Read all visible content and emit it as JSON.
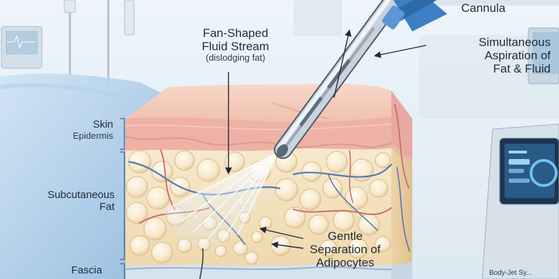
{
  "labels": {
    "cannula": "Cannula",
    "fan_line1": "Fan-Shaped",
    "fan_line2": "Fluid Stream",
    "fan_sub": "(dislodging fat)",
    "asp_line1": "Simultaneous",
    "asp_line2": "Aspiration of",
    "asp_line3": "Fat & Fluid",
    "skin": "Skin",
    "epidermis": "Epidermis",
    "subq_line1": "Subcutaneous",
    "subq_line2": "Fat",
    "gentle_line1": "Gentle",
    "gentle_line2": "Separation of",
    "gentle_line3": "Adipocytes",
    "fascia": "Fascia",
    "device_text": "Body-Jet Sy..."
  },
  "colors": {
    "background": "#e9f2f8",
    "skin": "#f3c3b8",
    "fat": "#f6e6c6",
    "vessel_blue": "#4f78b8",
    "vessel_red": "#c9646c",
    "cannula_blue": "#3d7fc4",
    "text": "#1d2a3a"
  }
}
